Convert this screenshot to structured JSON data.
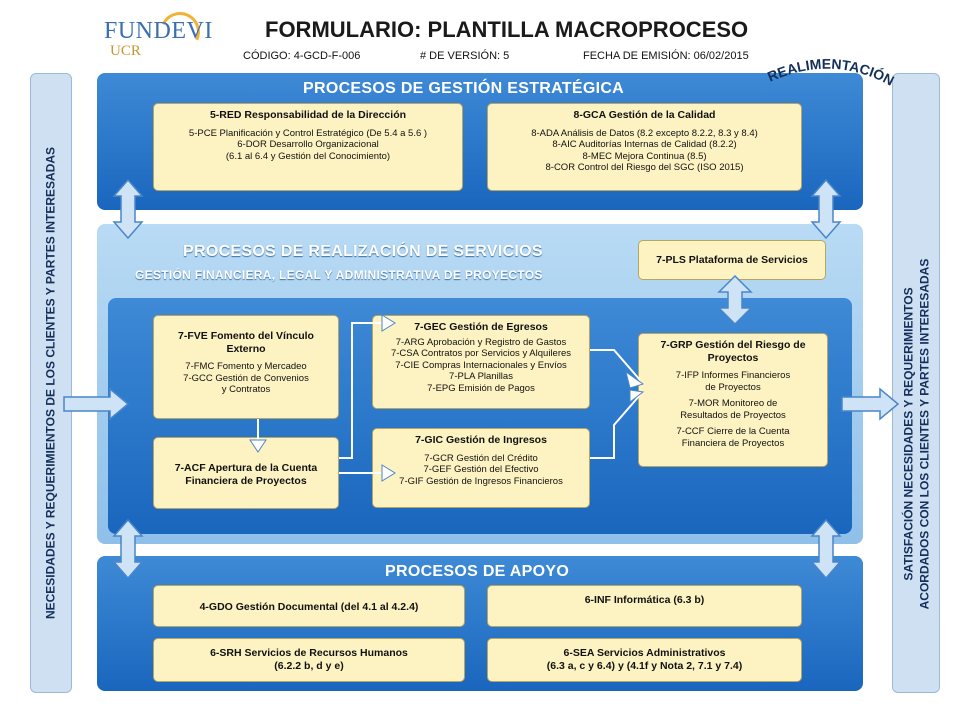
{
  "header": {
    "logo_text": "FUNDEVI",
    "logo_ucr": "UCR",
    "title": "FORMULARIO: PLANTILLA MACROPROCESO",
    "code": "CÓDIGO: 4-GCD-F-006",
    "version": "# DE VERSIÓN: 5",
    "issue_date": "FECHA DE EMISIÓN: 06/02/2015",
    "feedback": "REALIMENTACIÓN"
  },
  "left_sidebar": "NECESIDADES Y REQUERIMIENTOS DE LOS CLIENTES Y PARTES INTERESADAS",
  "right_sidebar": {
    "line1": "SATISFACIÓN NECESIDADES Y REQUERIMIENTOS",
    "line2": "ACORDADOS CON LOS CLIENTES Y PARTES INTERESADAS"
  },
  "strategic": {
    "title": "PROCESOS DE GESTIÓN ESTRATÉGICA",
    "red": {
      "title": "5-RED Responsabilidad de la Dirección",
      "lines": [
        "5-PCE Planificación y Control Estratégico (De 5.4 a 5.6 )",
        "6-DOR Desarrollo Organizacional",
        "(6.1 al 6.4 y Gestión del Conocimiento)"
      ]
    },
    "gca": {
      "title": "8-GCA Gestión de la Calidad",
      "lines": [
        "8-ADA Análisis de Datos (8.2 excepto 8.2.2, 8.3 y 8.4)",
        "8-AIC Auditorías Internas de Calidad (8.2.2)",
        "8-MEC Mejora Continua (8.5)",
        "8-COR Control del Riesgo del SGC (ISO 2015)"
      ]
    }
  },
  "realization": {
    "title": "PROCESOS DE REALIZACIÓN DE SERVICIOS",
    "subtitle": "GESTIÓN FINANCIERA, LEGAL Y ADMINISTRATIVA DE PROYECTOS",
    "pls": "7-PLS Plataforma de Servicios",
    "fve": {
      "title": "7-FVE Fomento del Vínculo Externo",
      "lines": [
        "7-FMC  Fomento y Mercadeo",
        "7-GCC Gestión de Convenios",
        "y Contratos"
      ]
    },
    "acf": {
      "title": "7-ACF Apertura de la Cuenta Financiera de Proyectos"
    },
    "gec": {
      "title": "7-GEC Gestión de Egresos",
      "lines": [
        "7-ARG Aprobación y Registro de Gastos",
        "7-CSA Contratos por Servicios y Alquileres",
        "7-CIE Compras Internacionales y Envíos",
        "7-PLA Planillas",
        "7-EPG Emisión de Pagos"
      ]
    },
    "gic": {
      "title": "7-GIC Gestión de Ingresos",
      "lines": [
        "7-GCR Gestión del Crédito",
        "7-GEF Gestión del Efectivo",
        "7-GIF Gestión de Ingresos Financieros"
      ]
    },
    "grp": {
      "title": "7-GRP Gestión del Riesgo de Proyectos",
      "lines": [
        "7-IFP Informes Financieros",
        "de Proyectos",
        "",
        "7-MOR Monitoreo de",
        "Resultados de Proyectos",
        "",
        "7-CCF Cierre de la Cuenta",
        "Financiera de Proyectos"
      ]
    }
  },
  "support": {
    "title": "PROCESOS DE APOYO",
    "gdo": "4-GDO Gestión Documental (del 4.1 al 4.2.4)",
    "inf": "6-INF Informática (6.3 b)",
    "srh": {
      "line1": "6-SRH Servicios de Recursos Humanos",
      "line2": "(6.2.2 b, d y e)"
    },
    "sea": {
      "line1": "6-SEA Servicios Administrativos",
      "line2": "(6.3 a, c y 6.4) y (4.1f y Nota 2, 7.1 y 7.4)"
    }
  },
  "colors": {
    "band_dark": "#1f6fc4",
    "band_light": "#a9d0f0",
    "box_fill": "#fdf3c2",
    "arrow": "#4a86c8"
  }
}
